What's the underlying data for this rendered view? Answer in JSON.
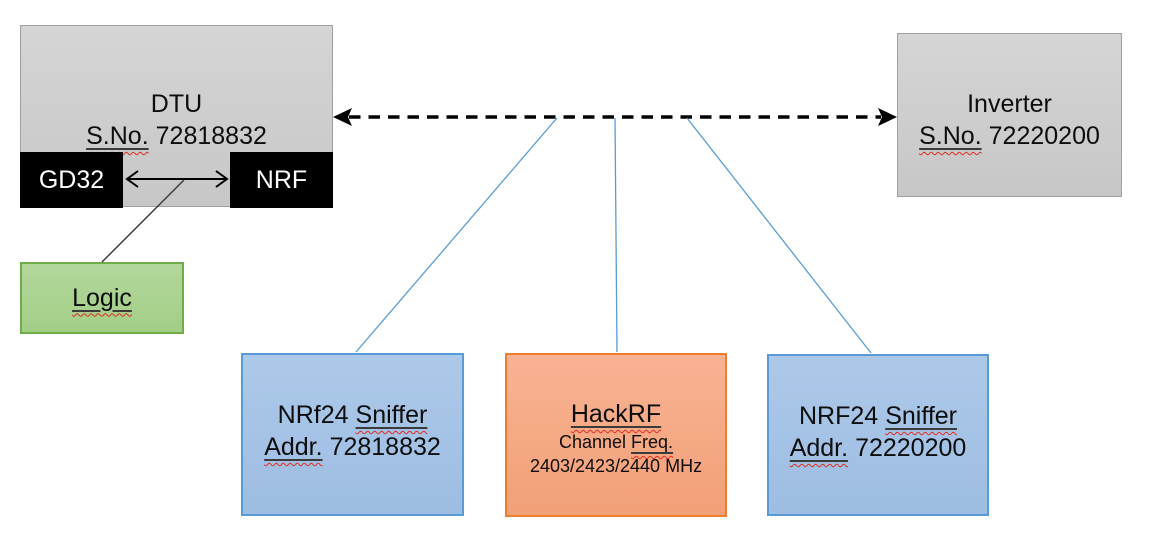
{
  "boxes": {
    "dtu": {
      "title": "DTU",
      "serial_label": "S.No.",
      "serial_number": "72818832"
    },
    "gd32": {
      "label": "GD32"
    },
    "nrf": {
      "label": "NRF"
    },
    "logic": {
      "label": "Logic"
    },
    "inverter": {
      "title": "Inverter",
      "serial_label": "S.No.",
      "serial_number": "72220200"
    },
    "sniffer1": {
      "name_word": "NRf24",
      "sniffer_word": "Sniffer",
      "addr_label": "Addr.",
      "addr_number": "72818832"
    },
    "hackrf": {
      "title": "HackRF",
      "channel_word": "Channel",
      "freq_word": "Freq.",
      "frequencies": "2403/2423/2440 MHz"
    },
    "sniffer2": {
      "name_word": "NRF24",
      "sniffer_word": "Sniffer",
      "addr_label": "Addr.",
      "addr_number": "72220200"
    }
  },
  "colors": {
    "gray_fill": "#cdcdcd",
    "gray_border": "#a0a0a0",
    "black_fill": "#000000",
    "text_on_black": "#ffffff",
    "green_fill": "#a8d08d",
    "green_border": "#70ad47",
    "blue_fill": "#a5c3e6",
    "blue_border": "#5b9bd5",
    "orange_fill": "#f5aa84",
    "orange_border": "#ed7d31",
    "connector_blue": "#5b9bd5",
    "dashed_arrow_black": "#000000",
    "squiggle_red": "#e02b1e",
    "text": "#0d0d0d"
  }
}
